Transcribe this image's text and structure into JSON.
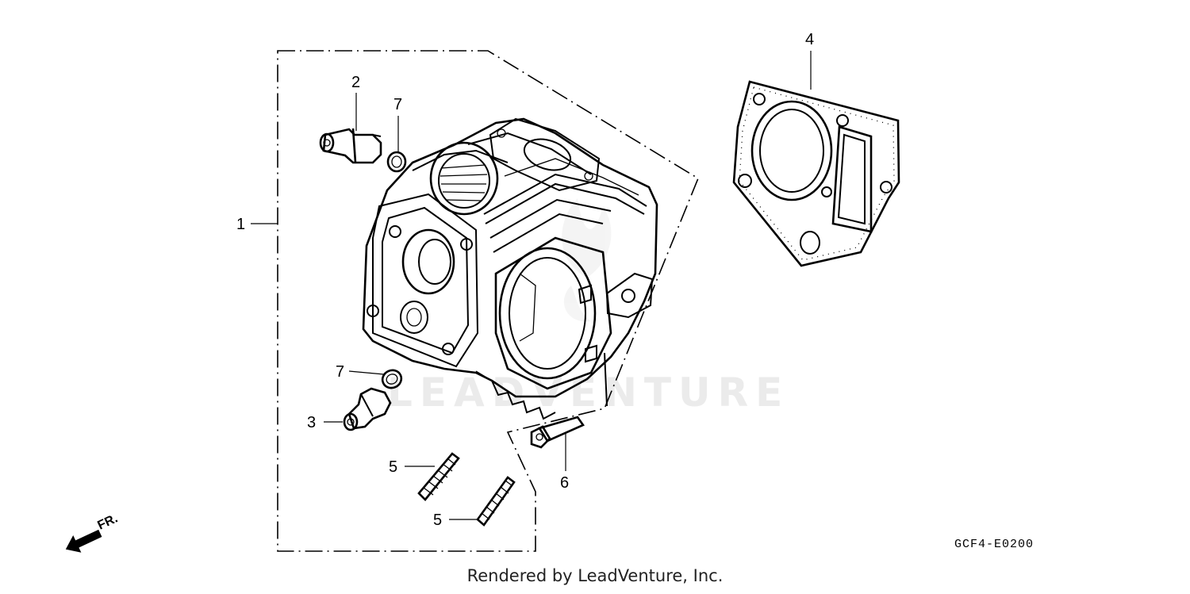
{
  "watermark": "LEADVENTURE",
  "diagram_code": "GCF4-E0200",
  "footer": "Rendered by LeadVenture, Inc.",
  "front_indicator": "FR.",
  "callouts": {
    "c1": "1",
    "c2": "2",
    "c3": "3",
    "c4": "4",
    "c5a": "5",
    "c5b": "5",
    "c6": "6",
    "c7a": "7",
    "c7b": "7"
  }
}
